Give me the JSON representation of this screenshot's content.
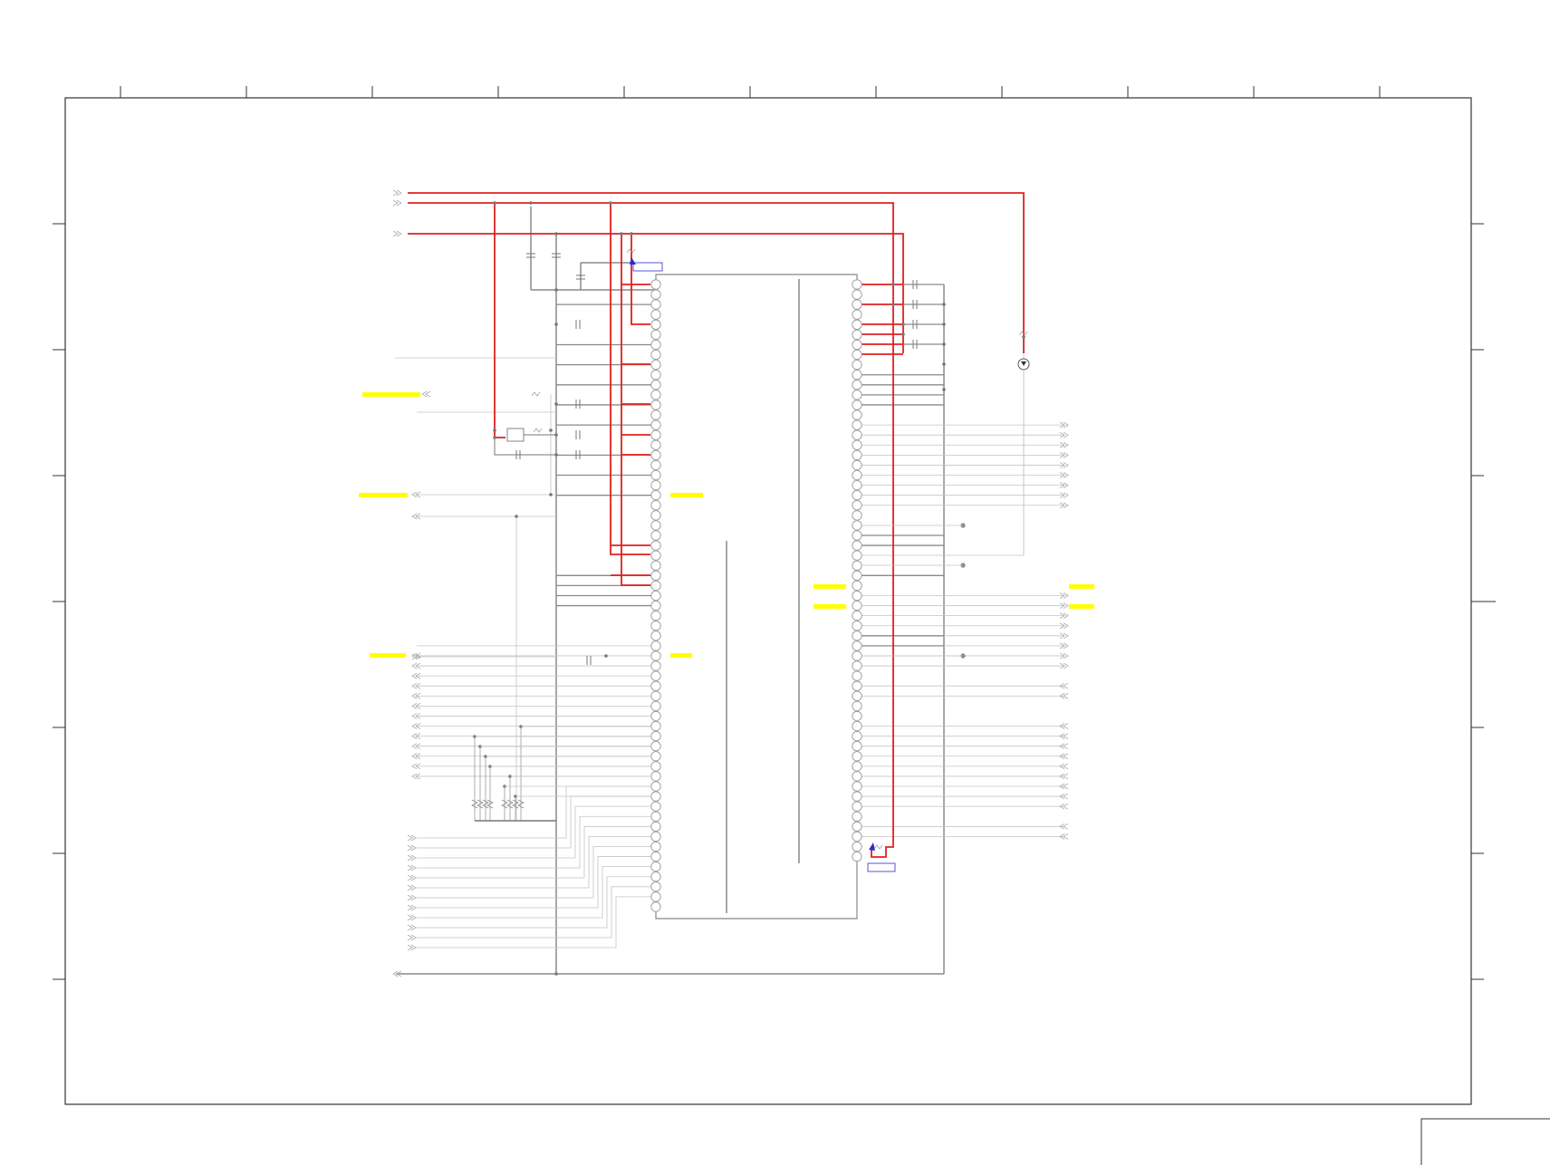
{
  "sheet": {
    "colors": {
      "power_net": "#e02020",
      "signal_net": "#8a8a8a",
      "light_net": "#c4c4c4",
      "highlight": "#ffff00",
      "frame": "#333333",
      "marker": "#2a2ad0",
      "pin": "#9a9a9a"
    },
    "ic_left_pin_count": 63,
    "ic_right_pin_count": 58,
    "highlighted_nets": [
      "left-1",
      "left-2",
      "left-3",
      "inner-left-1",
      "inner-left-2",
      "right-1",
      "right-2",
      "right-3",
      "right-4"
    ],
    "icons": [
      "capacitor-icon",
      "resistor-icon",
      "led-icon",
      "crystal-icon",
      "port-arrow-icon",
      "junction-dot-icon"
    ]
  }
}
